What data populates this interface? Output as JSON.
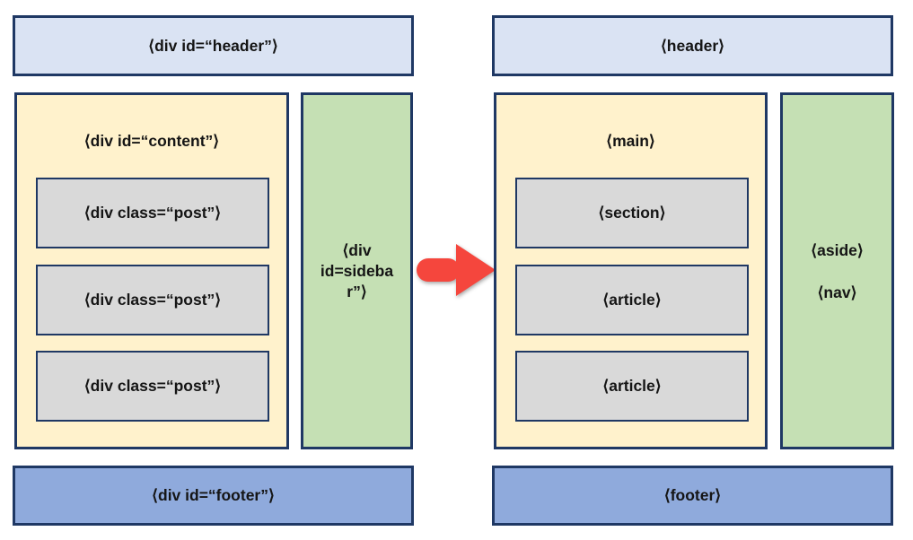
{
  "left": {
    "header_label": "⟨div id=“header”⟩",
    "content_label": "⟨div id=“content”⟩",
    "posts": [
      "⟨div class=“post”⟩",
      "⟨div class=“post”⟩",
      "⟨div class=“post”⟩"
    ],
    "sidebar_label": "⟨div\nid=sideba\nr”⟩",
    "footer_label": "⟨div id=“footer”⟩"
  },
  "right": {
    "header_label": "⟨header⟩",
    "main_label": "⟨main⟩",
    "boxes": [
      "⟨section⟩",
      "⟨article⟩",
      "⟨article⟩"
    ],
    "aside_labels": [
      "⟨aside⟩",
      "⟨nav⟩"
    ],
    "footer_label": "⟨footer⟩"
  },
  "arrow": {
    "name": "right-arrow-icon",
    "color": "#f5463d"
  },
  "colors": {
    "header_fill": "#dae3f3",
    "panel_fill": "#fff2cc",
    "aside_fill": "#c5e0b4",
    "inner_fill": "#d9d9d9",
    "footer_fill": "#8faadc",
    "border": "#1f3864",
    "arrow": "#f5463d"
  }
}
